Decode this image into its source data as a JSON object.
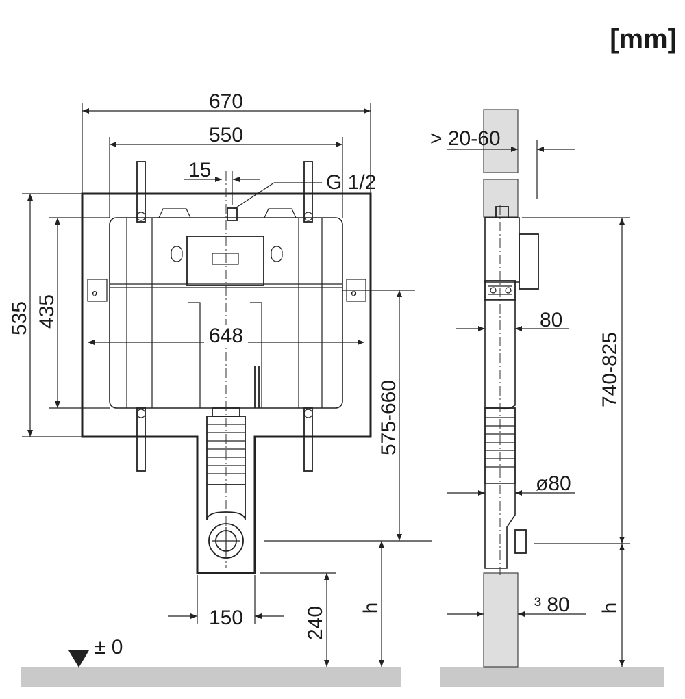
{
  "diagram": {
    "unit_label": "[mm]",
    "dimensions": {
      "frame_width": "670",
      "bracket_span": "550",
      "inlet_offset": "15",
      "inlet_thread": "G 1/2",
      "frame_height": "535",
      "tank_height": "435",
      "tank_width": "648",
      "outlet_height": "575-660",
      "outlet_width": "150",
      "bottom_height": "240",
      "h_front": "h",
      "floor_level": "± 0",
      "wall_gap": "> 20-60",
      "tank_depth": "80",
      "total_height": "740-825",
      "pipe_diameter": "ø80",
      "wall_depth": "³ 80",
      "h_side": "h"
    },
    "colors": {
      "line": "#222222",
      "wall_fill": "#dedede",
      "floor_fill": "#c9c9c9"
    }
  }
}
